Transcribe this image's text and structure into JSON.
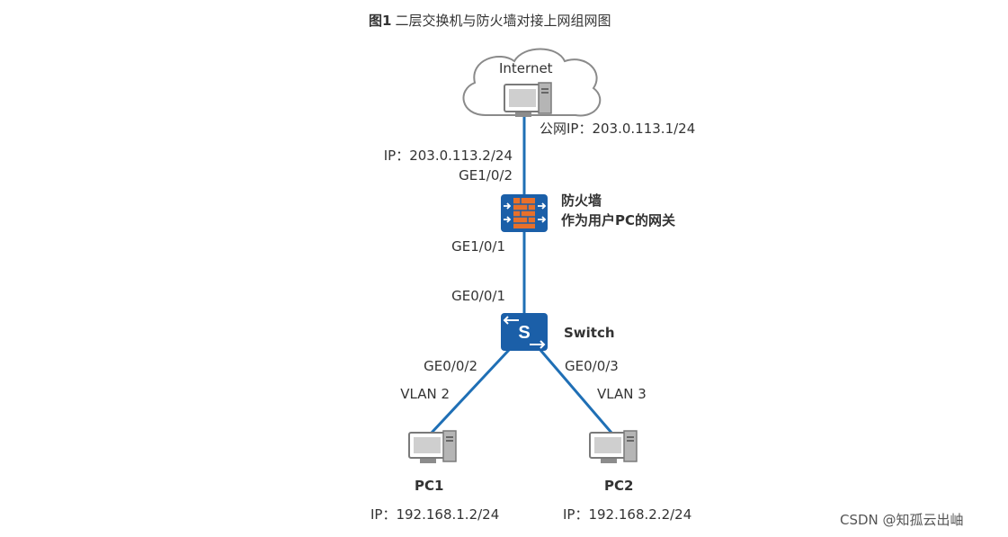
{
  "caption": {
    "number": "图1",
    "text": "二层交换机与防火墙对接上网组网图"
  },
  "nodes": {
    "internet": {
      "label": "Internet",
      "icon": "cloud-icon"
    },
    "internet_pc": {
      "ip_label": "公网IP：203.0.113.1/24",
      "icon": "computer-icon"
    },
    "firewall": {
      "name": "防火墙",
      "desc": "作为用户PC的网关",
      "icon": "firewall-icon"
    },
    "switch": {
      "name": "Switch",
      "icon": "switch-icon"
    },
    "pc1": {
      "name": "PC1",
      "ip": "IP：192.168.1.2/24",
      "icon": "computer-icon"
    },
    "pc2": {
      "name": "PC2",
      "ip": "IP：192.168.2.2/24",
      "icon": "computer-icon"
    }
  },
  "links": {
    "fw_up_ip": "IP：203.0.113.2/24",
    "fw_up_port": "GE1/0/2",
    "fw_down_port": "GE1/0/1",
    "sw_up_port": "GE0/0/1",
    "sw_left_port": "GE0/0/2",
    "sw_left_vlan": "VLAN 2",
    "sw_right_port": "GE0/0/3",
    "sw_right_vlan": "VLAN 3"
  },
  "watermark": "CSDN @知孤云出岫",
  "colors": {
    "link_line": "#1f6fb5",
    "device_blue": "#1b5fa8",
    "firewall_brick": "#e8702a",
    "cloud_outline": "#8a8a8a",
    "pc_gray": "#8c8c8c"
  }
}
